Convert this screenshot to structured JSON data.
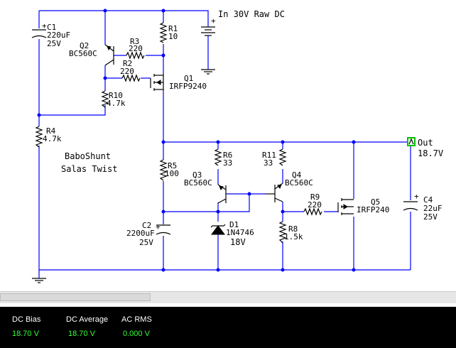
{
  "schematic": {
    "title_line1": "BaboShunt",
    "title_line2": "Salas Twist",
    "input_label": "In 30V Raw DC",
    "output_label": "Out",
    "output_voltage": "18.7V",
    "components": {
      "C1": {
        "ref": "C1",
        "value": "220uF",
        "rating": "25V"
      },
      "Q2": {
        "ref": "Q2",
        "part": "BC560C"
      },
      "R3": {
        "ref": "R3",
        "value": "220"
      },
      "R1": {
        "ref": "R1",
        "value": "10"
      },
      "R2": {
        "ref": "R2",
        "value": "220"
      },
      "Q1": {
        "ref": "Q1",
        "part": "IRFP9240"
      },
      "R10": {
        "ref": "R10",
        "value": "4.7k"
      },
      "R4": {
        "ref": "R4",
        "value": "4.7k"
      },
      "R5": {
        "ref": "R5",
        "value": "100"
      },
      "R6": {
        "ref": "R6",
        "value": "33"
      },
      "R11": {
        "ref": "R11",
        "value": "33"
      },
      "Q3": {
        "ref": "Q3",
        "part": "BC560C"
      },
      "Q4": {
        "ref": "Q4",
        "part": "BC560C"
      },
      "R9": {
        "ref": "R9",
        "value": "220"
      },
      "Q5": {
        "ref": "Q5",
        "part": "IRFP240"
      },
      "C4": {
        "ref": "C4",
        "value": "22uF",
        "rating": "25V"
      },
      "C2": {
        "ref": "C2",
        "value": "2200uF",
        "rating": "25V"
      },
      "D1": {
        "ref": "D1",
        "part": "1N4746",
        "rating": "18V"
      },
      "R8": {
        "ref": "R8",
        "value": "1.5k"
      }
    },
    "plus_sign": "+",
    "wire_color": "#0000ff",
    "probe_color": "#00c000"
  },
  "status": {
    "meters": [
      {
        "label": "DC Bias",
        "value": "18.70 V"
      },
      {
        "label": "DC Average",
        "value": "18.70 V"
      },
      {
        "label": "AC RMS",
        "value": "0.000 V"
      }
    ],
    "value_color": "#33ff33"
  }
}
